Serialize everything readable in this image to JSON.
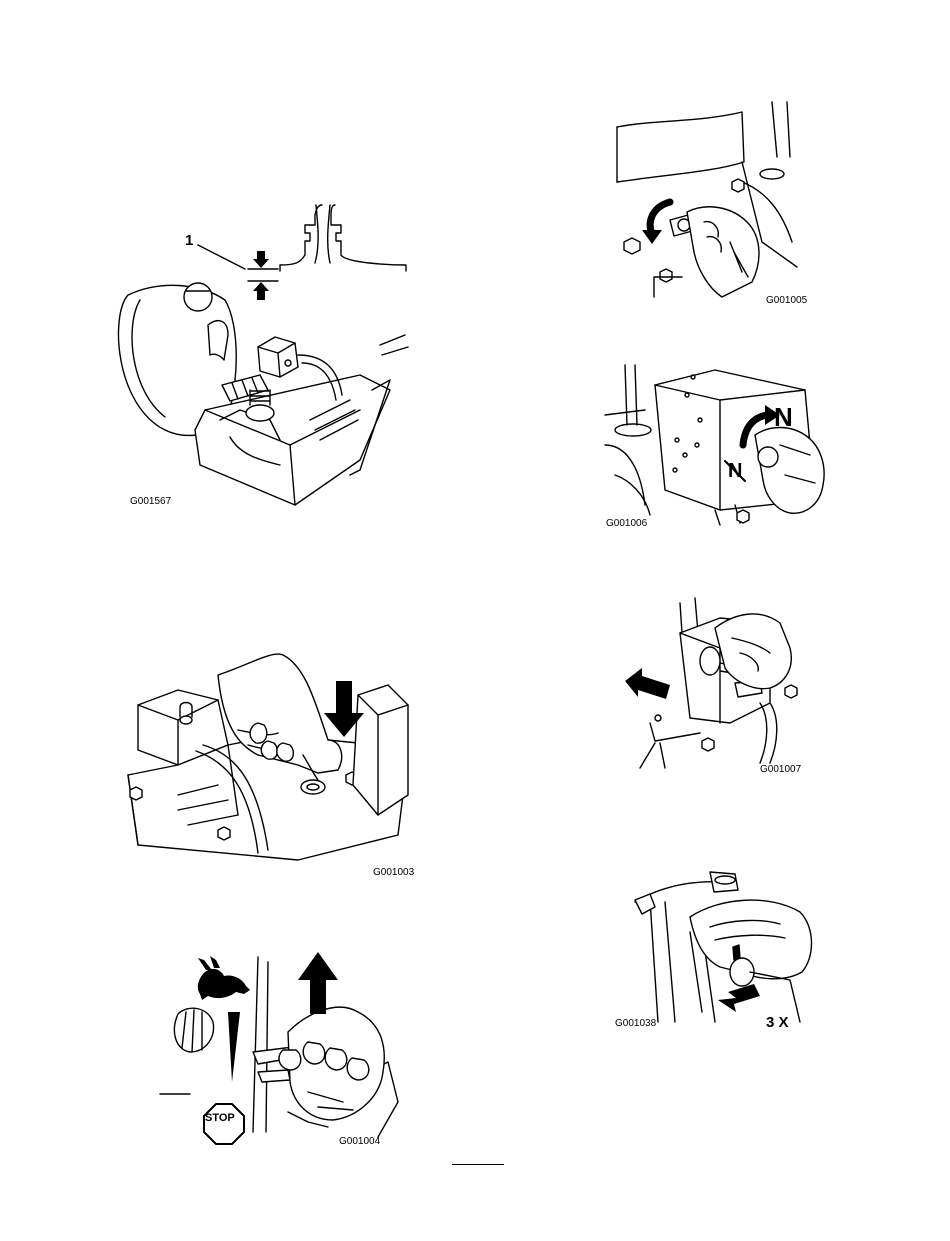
{
  "figures": [
    {
      "id": "fig-fuel-tank",
      "code": "G001567",
      "callout": "1"
    },
    {
      "id": "fig-primer",
      "code": "G001003"
    },
    {
      "id": "fig-choke",
      "code": "G001004",
      "stop_label": "STOP"
    },
    {
      "id": "fig-fuel-valve",
      "code": "G001005"
    },
    {
      "id": "fig-ignition",
      "code": "G001006",
      "label": "N"
    },
    {
      "id": "fig-starter",
      "code": "G001007"
    },
    {
      "id": "fig-prime-button",
      "code": "G001038",
      "times_label": "3 X"
    }
  ]
}
